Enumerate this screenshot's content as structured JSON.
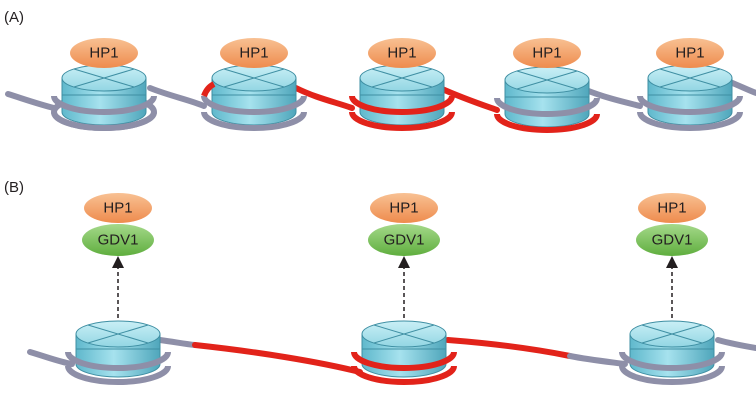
{
  "panels": [
    {
      "label": "(A)"
    },
    {
      "label": "(B)"
    }
  ],
  "proteins": {
    "hp1": "HP1",
    "gdv1": "GDV1"
  },
  "colors": {
    "hp1_fill": "#f3a36b",
    "gdv1_fill": "#7cc15a",
    "histone_fill": "#8fd3e0",
    "dna_grey": "#8e8fa8",
    "dna_red": "#e2231a",
    "arrow": "#231f20"
  }
}
